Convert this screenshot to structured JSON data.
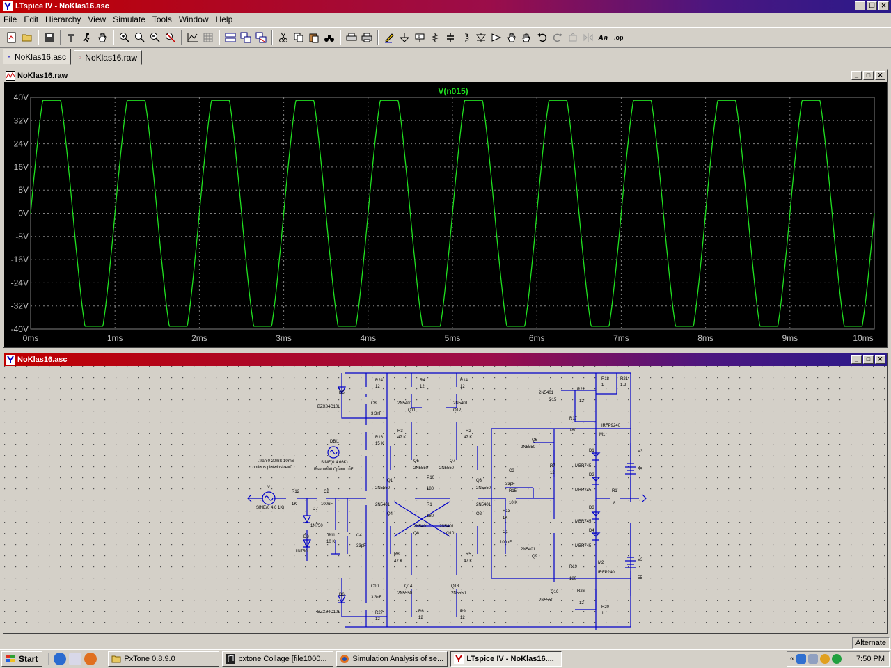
{
  "app": {
    "title": "LTspice IV - NoKlas16.asc"
  },
  "menu": [
    "File",
    "Edit",
    "Hierarchy",
    "View",
    "Simulate",
    "Tools",
    "Window",
    "Help"
  ],
  "tabs": [
    {
      "label": "NoKlas16.asc"
    },
    {
      "label": "NoKlas16.raw"
    }
  ],
  "waveform_window": {
    "title": "NoKlas16.raw",
    "trace_label": "V(n015)",
    "trace_color": "#20e020",
    "background": "#000000",
    "grid": true
  },
  "schematic_window": {
    "title": "NoKlas16.asc",
    "wire_color": "#0000c8",
    "labels": {
      "v1": "V1",
      "v1_val": "SINE(0 4.6 1K)",
      "dbl1": "DBl1",
      "dbl1_val": "SINE(0 4.66K)",
      "dbl1_par": "Rser=600 Cpar=.1uF",
      "cmd1": ".tran 0 20mS 10mS",
      "cmd2": ".options plotwinsize=0",
      "r12": "R12",
      "r12_val": "1K",
      "c2": "C2",
      "c2_val": "100uF",
      "d7": "D7",
      "d7_val": "1N750",
      "d8": "D8",
      "d8_val": "1N750",
      "r11": "R11",
      "r11_val": "10 K",
      "c4": "C4",
      "c4_val": "33pF",
      "d5": "D5",
      "d5_val": "BZX84C10L",
      "d6": "D6",
      "d6_val": "BZX84C10L",
      "r24": "R24",
      "r24_val": "12",
      "c8": "C8",
      "c8_val": "3.3nF",
      "r16": "R16",
      "r16_val": "15 K",
      "r27": "R27",
      "r27_val": "12",
      "c10": "C10",
      "c10_val": "3.3nF",
      "r4": "R4",
      "r4_val": "12",
      "r14": "R14",
      "r14_val": "12",
      "q11": "Q11",
      "q12": "Q12",
      "q11_m": "2N5401",
      "q12_m": "2N5401",
      "r3": "R3",
      "r3_val": "47 K",
      "r2": "R2",
      "r2_val": "47 K",
      "q5": "Q5",
      "q7": "Q7",
      "q5_m": "2N5550",
      "q7_m": "2N5550",
      "q1": "Q1",
      "q1_m": "2N5550",
      "q3": "Q3",
      "q3_m": "2N5550",
      "r10": "R10",
      "r10_val": "180",
      "r1": "R1",
      "r1_val": "180",
      "q4": "Q4",
      "q4_m": "2N5401",
      "q2": "Q2",
      "q2_m": "2N5401",
      "q8": "Q8",
      "q8_m": "2N5401",
      "q10": "Q10",
      "q10_m": "2N5401",
      "r8": "R8",
      "r8_val": "47 K",
      "r5": "R5",
      "r5_val": "47 K",
      "q14": "Q14",
      "q14_m": "2N5550",
      "q13": "Q13",
      "q13_m": "2N5550",
      "r6": "R6",
      "r6_val": "12",
      "r9": "R9",
      "r9_val": "12",
      "c3": "C3",
      "c3_val": "33pF",
      "r15": "R15",
      "r15_val": "10 K",
      "r13": "R13",
      "r13_val": "1K",
      "c1": "C1",
      "c1_val": "100uF",
      "q6": "Q6",
      "q6_m": "2N5550",
      "r7": "R7",
      "r7_val": "12",
      "q9": "Q9",
      "q9_m": "2N5401",
      "q15": "Q15",
      "q15_m": "2N5401",
      "r22": "R22",
      "r22_val": "12",
      "r18": "R18",
      "r18_val": "1",
      "r21": "R21",
      "r21_val": "1.2",
      "r17": "R17",
      "r17_val": "180",
      "m1": "M1",
      "m1_m": "IRFP9240",
      "d1": "D1",
      "d1_m": "MBR745",
      "d2": "D2",
      "d2_m": "MBR745",
      "d3": "D3",
      "d3_m": "MBR745",
      "d4": "D4",
      "d4_m": "MBR745",
      "r1b": "R1",
      "r1b_val": "8",
      "v3": "V3",
      "v3_val": "55",
      "v3b": "V3",
      "v3b_val": "55",
      "m2": "M2",
      "m2_m": "IRFP240",
      "r19": "R19",
      "r19_val": "180",
      "q16": "Q16",
      "q16_m": "2N5550",
      "r26": "R26",
      "r26_val": "12",
      "r20": "R20",
      "r20_val": "1"
    }
  },
  "chart_data": {
    "type": "line",
    "title": "V(n015)",
    "xlabel": "",
    "ylabel": "",
    "x_ticks": [
      "0ms",
      "1ms",
      "2ms",
      "3ms",
      "4ms",
      "5ms",
      "6ms",
      "7ms",
      "8ms",
      "9ms",
      "10ms"
    ],
    "y_ticks": [
      "40V",
      "32V",
      "24V",
      "16V",
      "8V",
      "0V",
      "-8V",
      "-16V",
      "-24V",
      "-32V",
      "-40V"
    ],
    "xlim": [
      0,
      10
    ],
    "ylim": [
      -40,
      40
    ],
    "series": [
      {
        "frequency_khz": 1,
        "amplitude_v": 39,
        "phase": "sine starting at 0V rising",
        "clipped": true,
        "color": "#20e020"
      }
    ]
  },
  "statusbar": {
    "text": "Alternate"
  },
  "taskbar": {
    "start": "Start",
    "tasks": [
      {
        "label": "PxTone 0.8.9.0"
      },
      {
        "label": "pxtone Collage [file1000..."
      },
      {
        "label": "Simulation Analysis of se..."
      },
      {
        "label": "LTspice IV - NoKlas16...."
      }
    ],
    "clock": "7:50 PM"
  }
}
